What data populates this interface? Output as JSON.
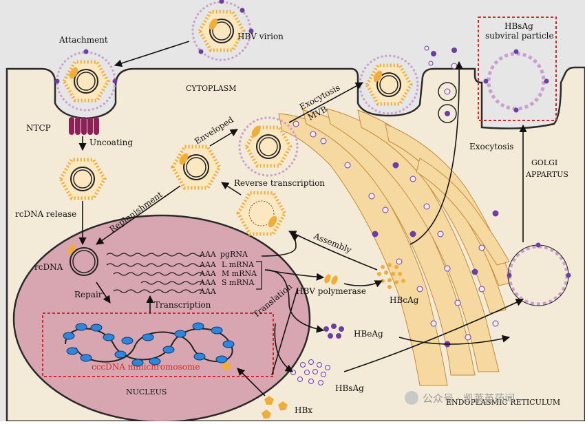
{
  "labels": {
    "hbv_virion": "HBV virion",
    "attachment": "Attachment",
    "cytoplasm": "CYTOPLASM",
    "ntcp": "NTCP",
    "uncoating": "Uncoating",
    "rcdna_release": "rcDNA release",
    "rcdna": "rcDNA",
    "repair": "Repair",
    "transcription": "Transcription",
    "cccdna": "cccDNA minichromosome",
    "nucleus": "NUCLEUS",
    "enveloped": "Enveloped",
    "replenishment": "Replenishment",
    "reverse_transcription": "Reverse transcription",
    "exocytosis_mvb_1": "Exocytosis",
    "exocytosis_mvb_2": "MVB",
    "exocytosis": "Exocytosis",
    "hbsag_subviral_1": "HBsAg",
    "hbsag_subviral_2": "subviral particle",
    "golgi_1": "GOLGI",
    "golgi_2": "APPARTUS",
    "assembly": "Assembly",
    "translation": "Translation",
    "hbv_polymerase": "HBV polymerase",
    "hbcag": "HBcAg",
    "hbeag": "HBeAg",
    "hbsag": "HBsAg",
    "hbx": "HBx",
    "er": "ENDOPLASMIC RETICULUM",
    "watermark": "公众号 · 凯莱英药闻"
  },
  "mrna": [
    {
      "tail": "AAA",
      "name": "pgRNA"
    },
    {
      "tail": "AAA",
      "name": "L mRNA"
    },
    {
      "tail": "AAA",
      "name": "M mRNA"
    },
    {
      "tail": "AAA",
      "name": "S mRNA"
    },
    {
      "tail": "AAA",
      "name": ""
    }
  ],
  "colors": {
    "cytoplasm": "#f3ead7",
    "background": "#e6e6e6",
    "nucleus": "#d7a6b0",
    "capsid": "#f0ad3a",
    "capsid_stroke": "#b07514",
    "envelope": "#c9a0d0",
    "antigen": "#6b3fa0",
    "ntcp": "#8e1f57",
    "cccdna_box": "#d62828",
    "er": "#f5d9a0"
  }
}
